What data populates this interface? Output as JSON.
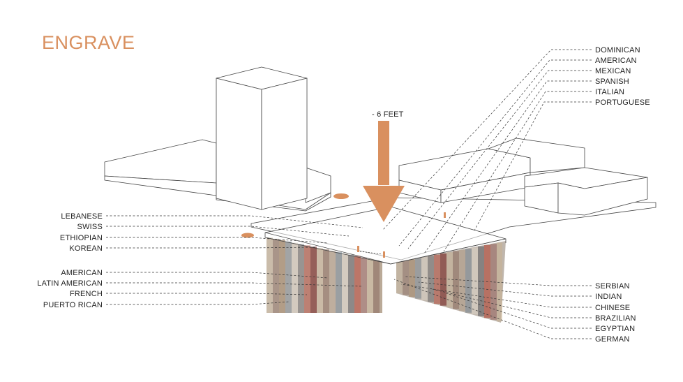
{
  "title": "ENGRAVE",
  "depth_label": "- 6 FEET",
  "colors": {
    "accent": "#d9905f",
    "line": "#444444",
    "text": "#222222",
    "photo_tones": [
      "#8a6a5a",
      "#b04030",
      "#6c7d8c",
      "#c9b18e",
      "#3d3f47",
      "#a58a6e",
      "#7b2e2a",
      "#d8cfc4"
    ]
  },
  "labels": {
    "top_right": [
      "DOMINICAN",
      "AMERICAN",
      "MEXICAN",
      "SPANISH",
      "ITALIAN",
      "PORTUGUESE"
    ],
    "left_upper": [
      "LEBANESE",
      "SWISS",
      "ETHIOPIAN",
      "KOREAN"
    ],
    "left_lower": [
      "AMERICAN",
      "LATIN AMERICAN",
      "FRENCH",
      "PUERTO RICAN"
    ],
    "bottom_right": [
      "SERBIAN",
      "INDIAN",
      "CHINESE",
      "BRAZILIAN",
      "EGYPTIAN",
      "GERMAN"
    ]
  }
}
